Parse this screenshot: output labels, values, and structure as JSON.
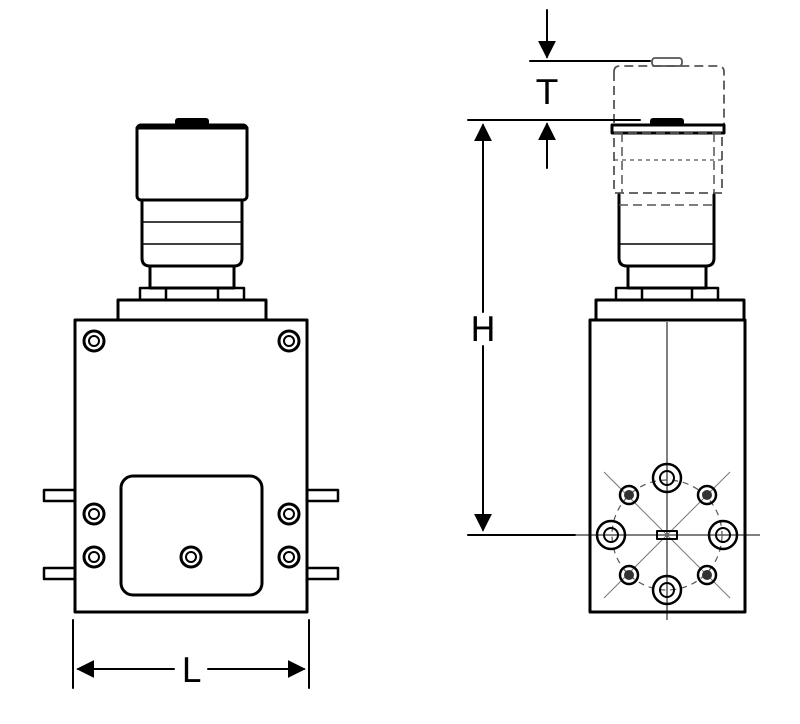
{
  "drawing": {
    "dimension_labels": {
      "length": "L",
      "height": "H",
      "travel": "T"
    },
    "colors": {
      "line": "#000000",
      "background": "#ffffff",
      "hidden_line": "#555555"
    }
  }
}
